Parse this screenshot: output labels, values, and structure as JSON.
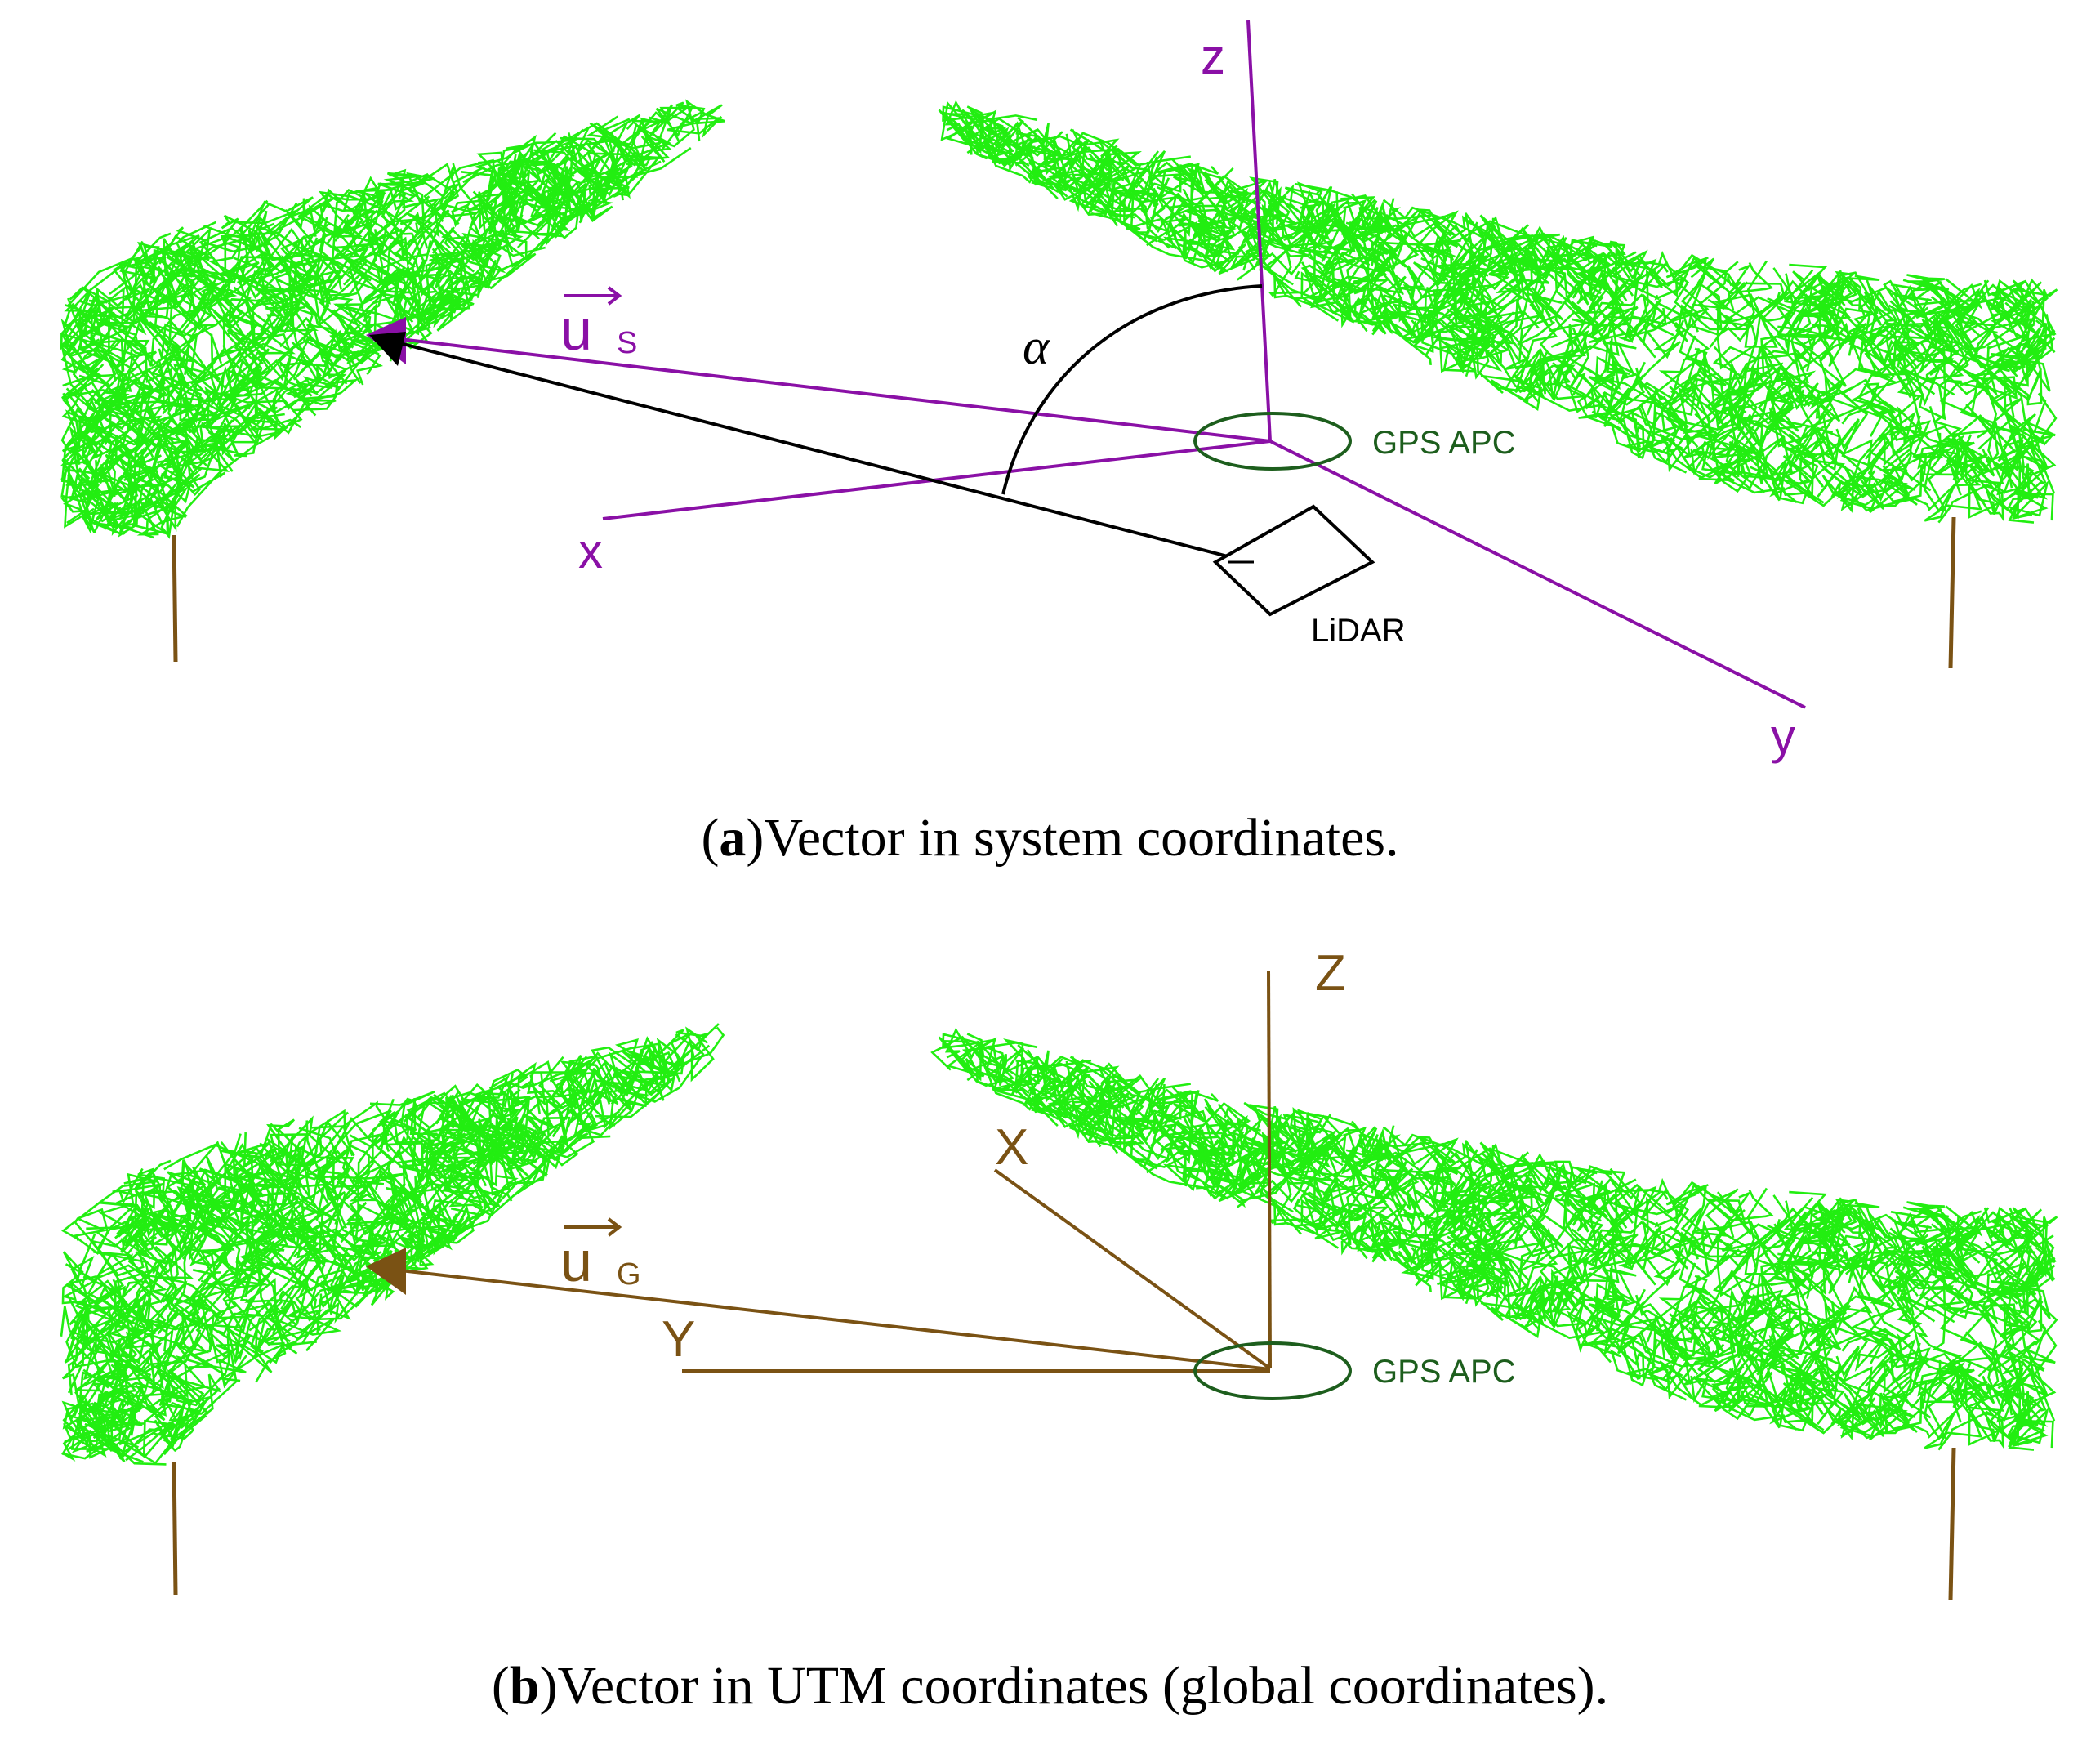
{
  "colors": {
    "foliage": "#22ee11",
    "trunk": "#7a5214",
    "system_axes": "#8a10a6",
    "global_axes": "#7a5214",
    "gps": "#1d5e1d",
    "black": "#000000"
  },
  "panel_a": {
    "axis_labels": {
      "x": "x",
      "y": "y",
      "z": "z"
    },
    "vector_main": "u",
    "vector_sub": "S",
    "angle_label": "α",
    "gps_label": "GPS APC",
    "lidar_label": "LiDAR",
    "caption_letter": "a",
    "caption_text": "Vector in system coordinates."
  },
  "panel_b": {
    "axis_labels": {
      "X": "X",
      "Y": "Y",
      "Z": "Z"
    },
    "vector_main": "u",
    "vector_sub": "G",
    "gps_label": "GPS APC",
    "caption_letter": "b",
    "caption_text": "Vector in UTM coordinates (global coordinates)."
  }
}
